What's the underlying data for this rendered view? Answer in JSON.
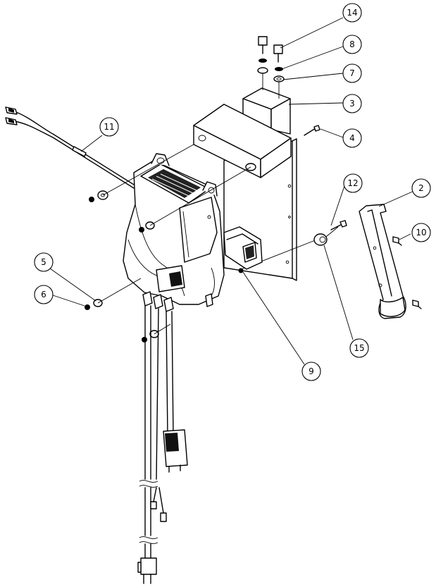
{
  "diagram": {
    "type": "exploded-parts-drawing",
    "callouts": [
      "14",
      "8",
      "7",
      "3",
      "4",
      "11",
      "12",
      "2",
      "10",
      "5",
      "6",
      "15",
      "9"
    ]
  }
}
